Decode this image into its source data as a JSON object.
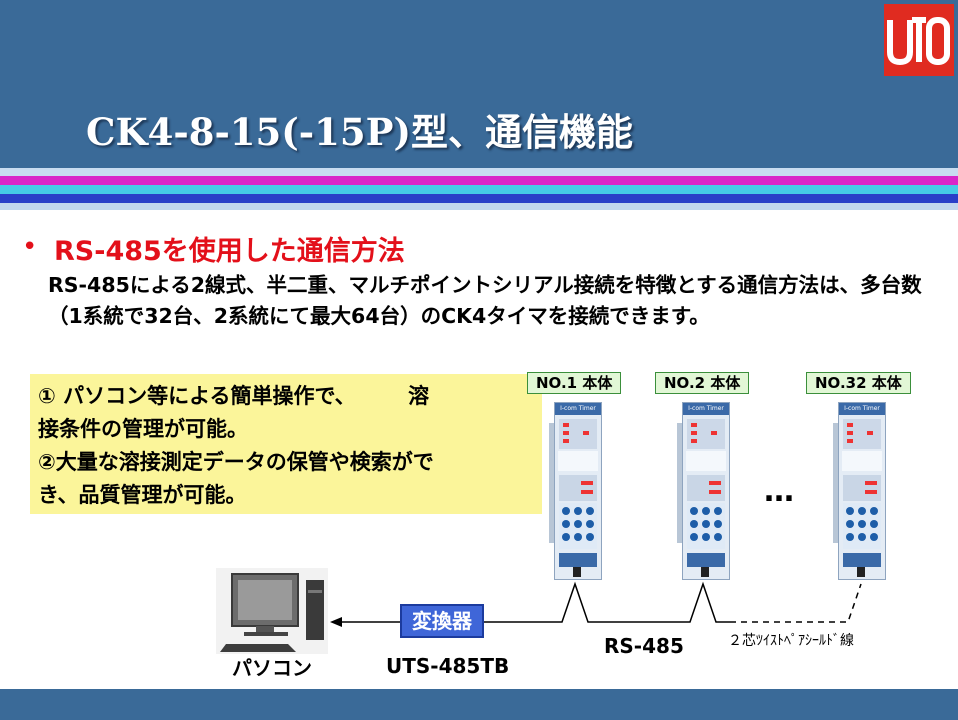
{
  "slide": {
    "title": "CK4-8-15(-15P)型、通信機能",
    "logo_text": "UTO",
    "bullet": {
      "marker": "•",
      "title": "RS-485を使用した通信方法",
      "text": "RS-485による2線式、半二重、マルチポイントシリアル接続を特徴とする通信方法は、多台数（1系統で32台、2系統にて最大64台）のCK4タイマを接続できます。"
    },
    "note": {
      "lines": [
        "① パソコン等による簡単操作で、　　　溶",
        "接条件の管理が可能。",
        "②大量な溶接測定データの保管や検索がで",
        "き、品質管理が可能。"
      ]
    }
  },
  "diagram": {
    "units": [
      {
        "label": "NO.1 本体",
        "brand": "I-com Timer"
      },
      {
        "label": "NO.2 本体",
        "brand": "I-com Timer"
      },
      {
        "label": "NO.32 本体",
        "brand": "I-com Timer"
      }
    ],
    "ellipsis": "…",
    "converter_label": "変換器",
    "converter_model": "UTS-485TB",
    "pc_label": "パソコン",
    "bus_label": "RS-485",
    "cable_label": "２芯ﾂｲｽﾄﾍﾟｱｼｰﾙﾄﾞ線"
  },
  "colors": {
    "header": "#3a6a98",
    "accent_red": "#e3101a",
    "note_bg": "#fbf59a",
    "label_bg": "#e2f7d6",
    "converter": "#3f66d8",
    "logo": "#e02b20"
  }
}
